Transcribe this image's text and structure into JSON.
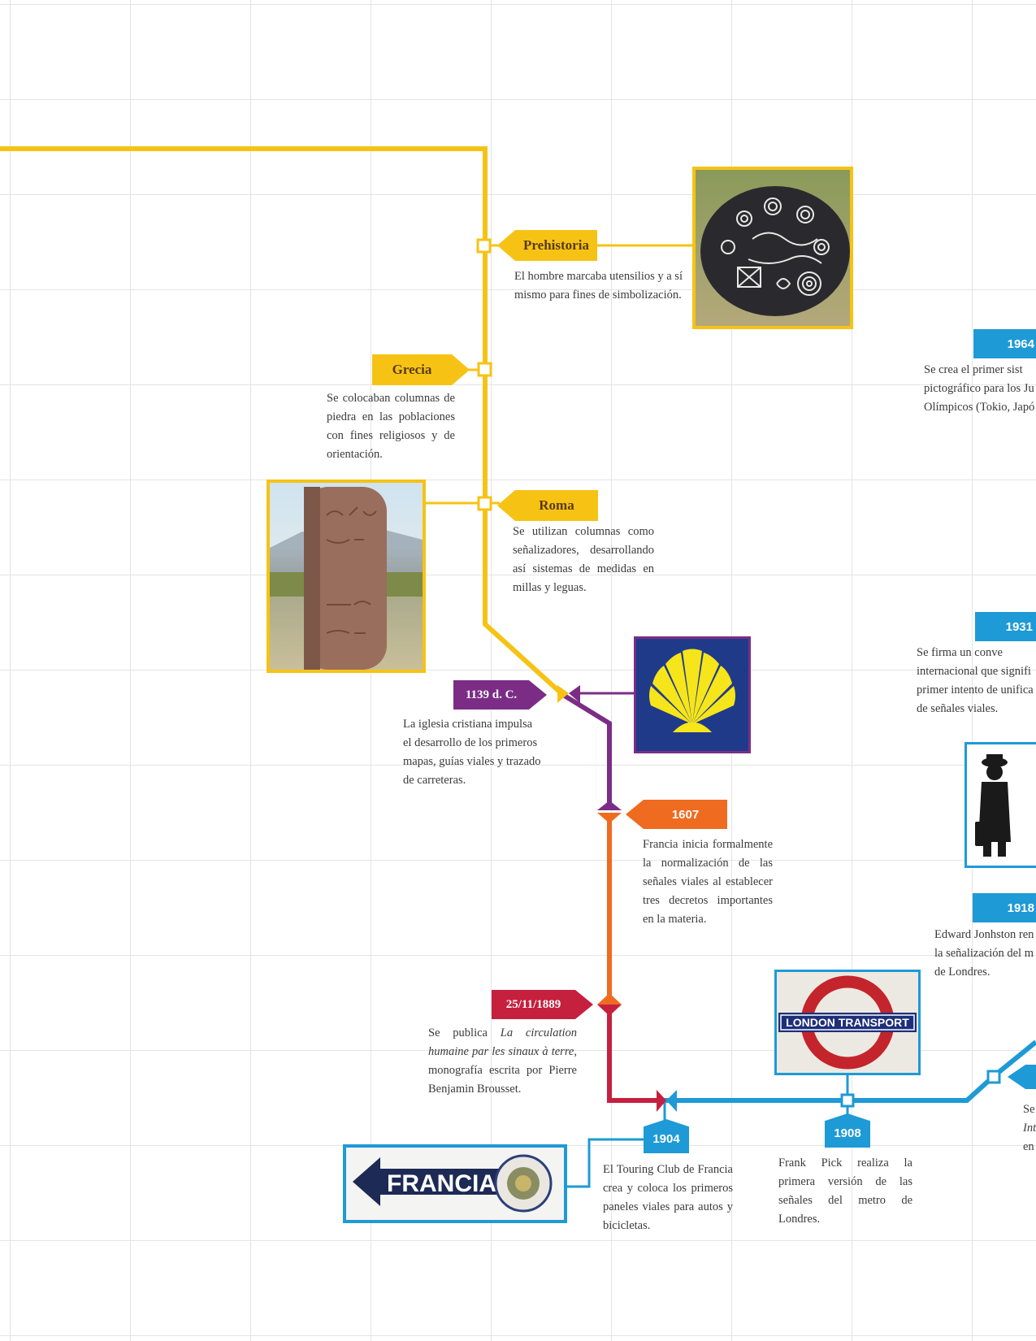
{
  "events": {
    "prehistoria": {
      "label": "Prehistoria",
      "text": "El hombre marcaba utensilios y a sí mismo para fines de simbolización."
    },
    "grecia": {
      "label": "Grecia",
      "text": "Se colocaban columnas de piedra en las poblaciones con fines religiosos y de orientación."
    },
    "roma": {
      "label": "Roma",
      "text": "Se utilizan columnas como señalizadores, desarrollando así sistemas de medidas en millas y leguas."
    },
    "y1139": {
      "label": "1139 d. C.",
      "text": "La iglesia cristiana impulsa el desarrollo de los primeros mapas, guías viales y trazado de carreteras."
    },
    "y1607": {
      "label": "1607",
      "text": "Francia inicia formalmente la normalización de las señales viales al establecer tres decretos importantes en la materia."
    },
    "y1889": {
      "label": "25/11/1889",
      "text_pre": "Se publica ",
      "text_italic": "La circulation humaine par les sinaux à terre",
      "text_post": ", monografía escrita por Pierre Benjamin Brousset."
    },
    "y1904": {
      "label": "1904",
      "text": "El Touring Club de Francia crea y coloca los primeros paneles viales para autos y bicicletas."
    },
    "y1908": {
      "label": "1908",
      "text": "Frank Pick realiza la primera versión de las señales del metro de Londres."
    },
    "y1964": {
      "label": "1964",
      "text": "Se crea el primer sist pictográfico para los Ju Olímpicos (Tokio, Japó"
    },
    "y1931": {
      "label": "1931",
      "text": "Se firma un conve internacional que signifi primer intento de unifica de señales viales."
    },
    "y1918": {
      "label": "1918",
      "text": "Edward Jonhston ren la señalización del m de Londres."
    },
    "right_cut": {
      "line1": "Se",
      "line2": "Int",
      "line3": "en"
    }
  },
  "images": {
    "francia_sign": "FRANCIA",
    "london_logo": "LONDON TRANSPORT"
  },
  "colors": {
    "yellow": "#f6c315",
    "purple": "#7b2d86",
    "orange": "#ef6b1f",
    "crimson": "#c6203f",
    "blue": "#1e9ad6"
  }
}
